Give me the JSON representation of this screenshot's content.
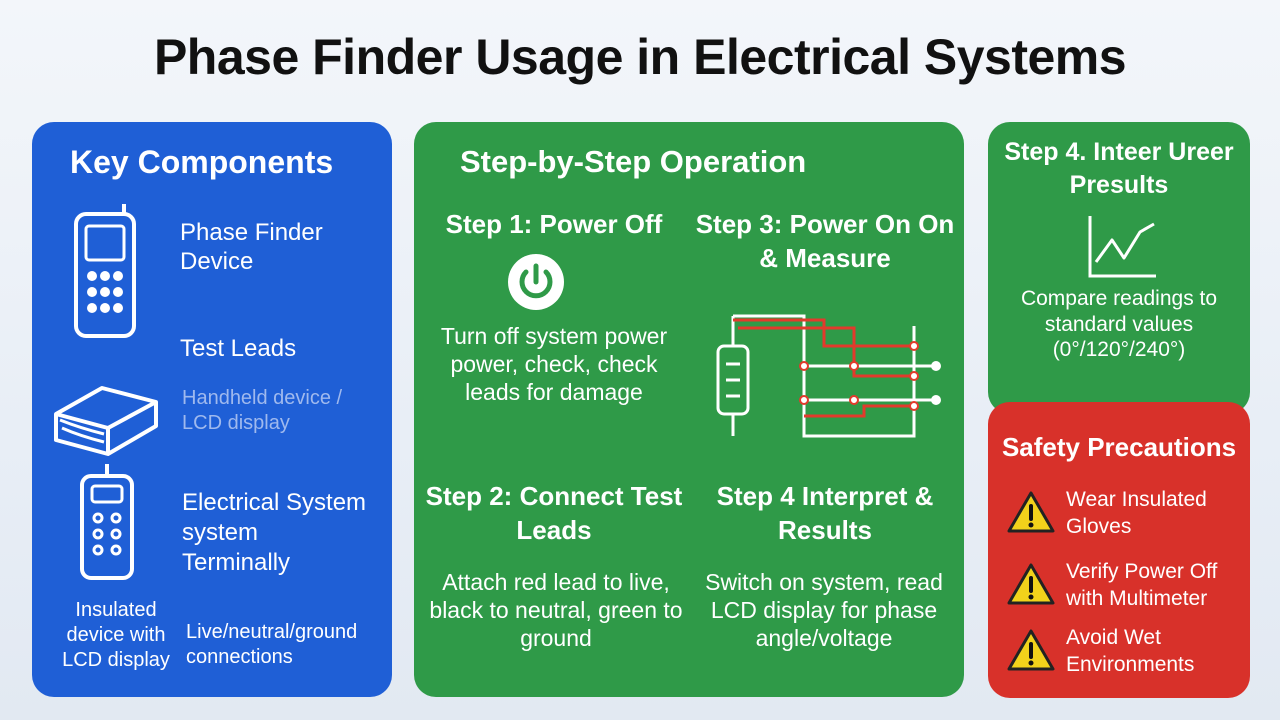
{
  "title": "Phase Finder Usage in Electrical Systems",
  "components": {
    "heading": "Key Components",
    "device_label": "Phase Finder Device",
    "leads_label": "Test Leads",
    "leads_sub": "Handheld device / LCD display",
    "system_label_1": "Electrical System",
    "system_label_2": "system",
    "system_label_3": "Terminally",
    "footer_left": "Insulated device with LCD display",
    "footer_right": "Live/neutral/ground connections"
  },
  "operation": {
    "heading": "Step-by-Step Operation",
    "step1_title": "Step 1: Power Off",
    "step1_body": "Turn off system power power, check, check leads for damage",
    "step2_title": "Step 2: Connect Test Leads",
    "step2_body": "Attach red lead to live, black to neutral, green to ground",
    "step3_title": "Step 3: Power On On & Measure",
    "step4_title": "Step 4 Interpret & Results",
    "step4_body": "Switch on system, read LCD display for phase angle/voltage"
  },
  "results": {
    "heading": "Step 4. Inteer Ureer Presults",
    "body": "Compare readings to standard values (0°/120°/240°)"
  },
  "safety": {
    "heading": "Safety Precautions",
    "items": [
      "Wear Insulated Gloves",
      "Verify Power Off with Multimeter",
      "Avoid Wet Environments"
    ]
  },
  "colors": {
    "blue": "#1f5fd6",
    "green": "#2f9a48",
    "red": "#d8312a",
    "warning": "#f2d21b"
  }
}
